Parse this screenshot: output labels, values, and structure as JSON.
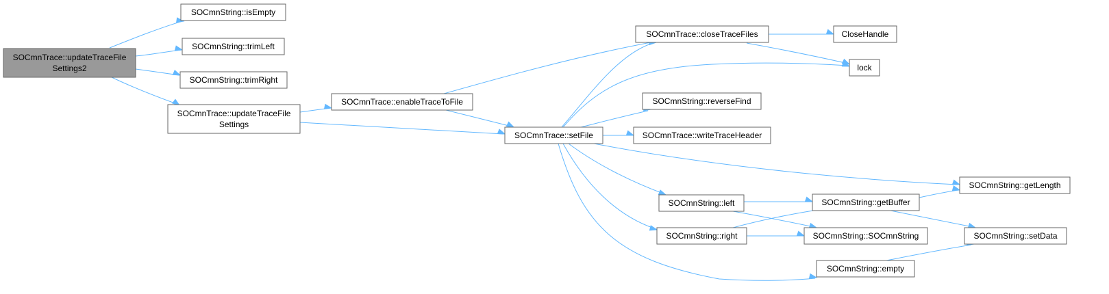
{
  "graph": {
    "nodes": [
      {
        "id": "n0",
        "lines": [
          "SOCmnTrace::updateTraceFile",
          "Settings2"
        ],
        "focus": true
      },
      {
        "id": "n1",
        "lines": [
          "SOCmnString::isEmpty"
        ]
      },
      {
        "id": "n2",
        "lines": [
          "SOCmnString::trimLeft"
        ]
      },
      {
        "id": "n3",
        "lines": [
          "SOCmnString::trimRight"
        ]
      },
      {
        "id": "n4",
        "lines": [
          "SOCmnTrace::updateTraceFile",
          "Settings"
        ]
      },
      {
        "id": "n5",
        "lines": [
          "SOCmnTrace::enableTraceToFile"
        ]
      },
      {
        "id": "n6",
        "lines": [
          "SOCmnTrace::setFile"
        ]
      },
      {
        "id": "n7",
        "lines": [
          "SOCmnTrace::closeTraceFiles"
        ]
      },
      {
        "id": "n8",
        "lines": [
          "CloseHandle"
        ]
      },
      {
        "id": "n9",
        "lines": [
          "lock"
        ]
      },
      {
        "id": "n10",
        "lines": [
          "SOCmnString::reverseFind"
        ]
      },
      {
        "id": "n11",
        "lines": [
          "SOCmnTrace::writeTraceHeader"
        ]
      },
      {
        "id": "n12",
        "lines": [
          "SOCmnString::getLength"
        ]
      },
      {
        "id": "n13",
        "lines": [
          "SOCmnString::left"
        ]
      },
      {
        "id": "n14",
        "lines": [
          "SOCmnString::getBuffer"
        ]
      },
      {
        "id": "n15",
        "lines": [
          "SOCmnString::right"
        ]
      },
      {
        "id": "n16",
        "lines": [
          "SOCmnString::SOCmnString"
        ]
      },
      {
        "id": "n17",
        "lines": [
          "SOCmnString::setData"
        ]
      },
      {
        "id": "n18",
        "lines": [
          "SOCmnString::empty"
        ]
      }
    ],
    "edges": [
      {
        "from": "n0",
        "to": "n1"
      },
      {
        "from": "n0",
        "to": "n2"
      },
      {
        "from": "n0",
        "to": "n3"
      },
      {
        "from": "n0",
        "to": "n4"
      },
      {
        "from": "n4",
        "to": "n5"
      },
      {
        "from": "n4",
        "to": "n6"
      },
      {
        "from": "n5",
        "to": "n7"
      },
      {
        "from": "n5",
        "to": "n6"
      },
      {
        "from": "n7",
        "to": "n8"
      },
      {
        "from": "n7",
        "to": "n9"
      },
      {
        "from": "n6",
        "to": "n7"
      },
      {
        "from": "n6",
        "to": "n9"
      },
      {
        "from": "n6",
        "to": "n10"
      },
      {
        "from": "n6",
        "to": "n11"
      },
      {
        "from": "n6",
        "to": "n12"
      },
      {
        "from": "n6",
        "to": "n13"
      },
      {
        "from": "n6",
        "to": "n15"
      },
      {
        "from": "n6",
        "to": "n18"
      },
      {
        "from": "n13",
        "to": "n14"
      },
      {
        "from": "n13",
        "to": "n16"
      },
      {
        "from": "n15",
        "to": "n14"
      },
      {
        "from": "n15",
        "to": "n16"
      },
      {
        "from": "n14",
        "to": "n12"
      },
      {
        "from": "n14",
        "to": "n17"
      },
      {
        "from": "n18",
        "to": "n17"
      }
    ]
  }
}
